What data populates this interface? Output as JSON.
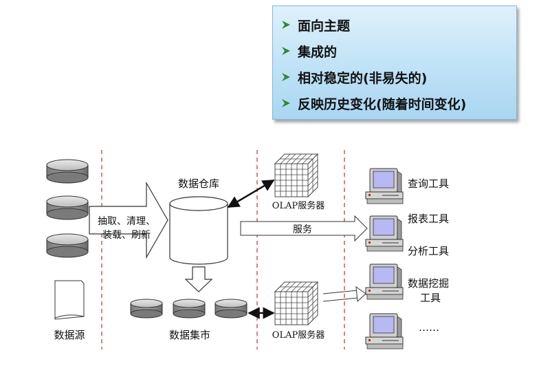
{
  "features": [
    "面向主题",
    "集成的",
    "相对稳定的(非易失的)",
    "反映历史变化(随着时间变化)"
  ],
  "labels": {
    "data_warehouse": "数据仓库",
    "etl_line1": "抽取、清理、",
    "etl_line2": "装载、刷新",
    "data_source": "数据源",
    "data_mart": "数据集市",
    "olap_server_top": "OLAP服务器",
    "olap_server_bottom": "OLAP服务器",
    "service": "服务"
  },
  "tools": {
    "query": "查询工具",
    "report": "报表工具",
    "analysis": "分析工具",
    "mining_line1": "数据挖掘",
    "mining_line2": "工具",
    "more": "……"
  },
  "colors": {
    "bullet": "#2c8a2c",
    "divider": "#e05050",
    "screen": "#b8b8f4"
  }
}
